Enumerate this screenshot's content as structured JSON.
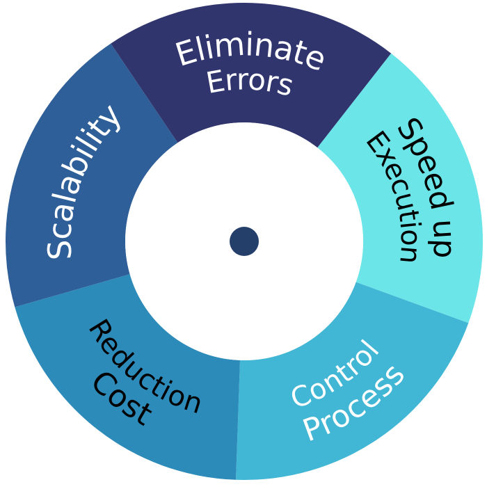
{
  "diagram": {
    "type": "segmented-ring",
    "center_dot_color": "#253f6b",
    "inner_color": "#ffffff",
    "segments": [
      {
        "id": "eliminate-errors",
        "lines": [
          "Eliminate",
          "Errors"
        ],
        "color": "#31356e",
        "text_color": "#ffffff"
      },
      {
        "id": "speed-up-execution",
        "lines": [
          "Speed up",
          "Execution"
        ],
        "color": "#6ce5e8",
        "text_color": "#000000"
      },
      {
        "id": "process-control",
        "lines": [
          "Process",
          "Control"
        ],
        "color": "#42b7d5",
        "text_color": "#ffffff"
      },
      {
        "id": "cost-reduction",
        "lines": [
          "Cost",
          "Reduction"
        ],
        "color": "#2d8bba",
        "text_color": "#000000"
      },
      {
        "id": "scalability",
        "lines": [
          "Scalability"
        ],
        "color": "#2f5f98",
        "text_color": "#ffffff"
      }
    ]
  }
}
